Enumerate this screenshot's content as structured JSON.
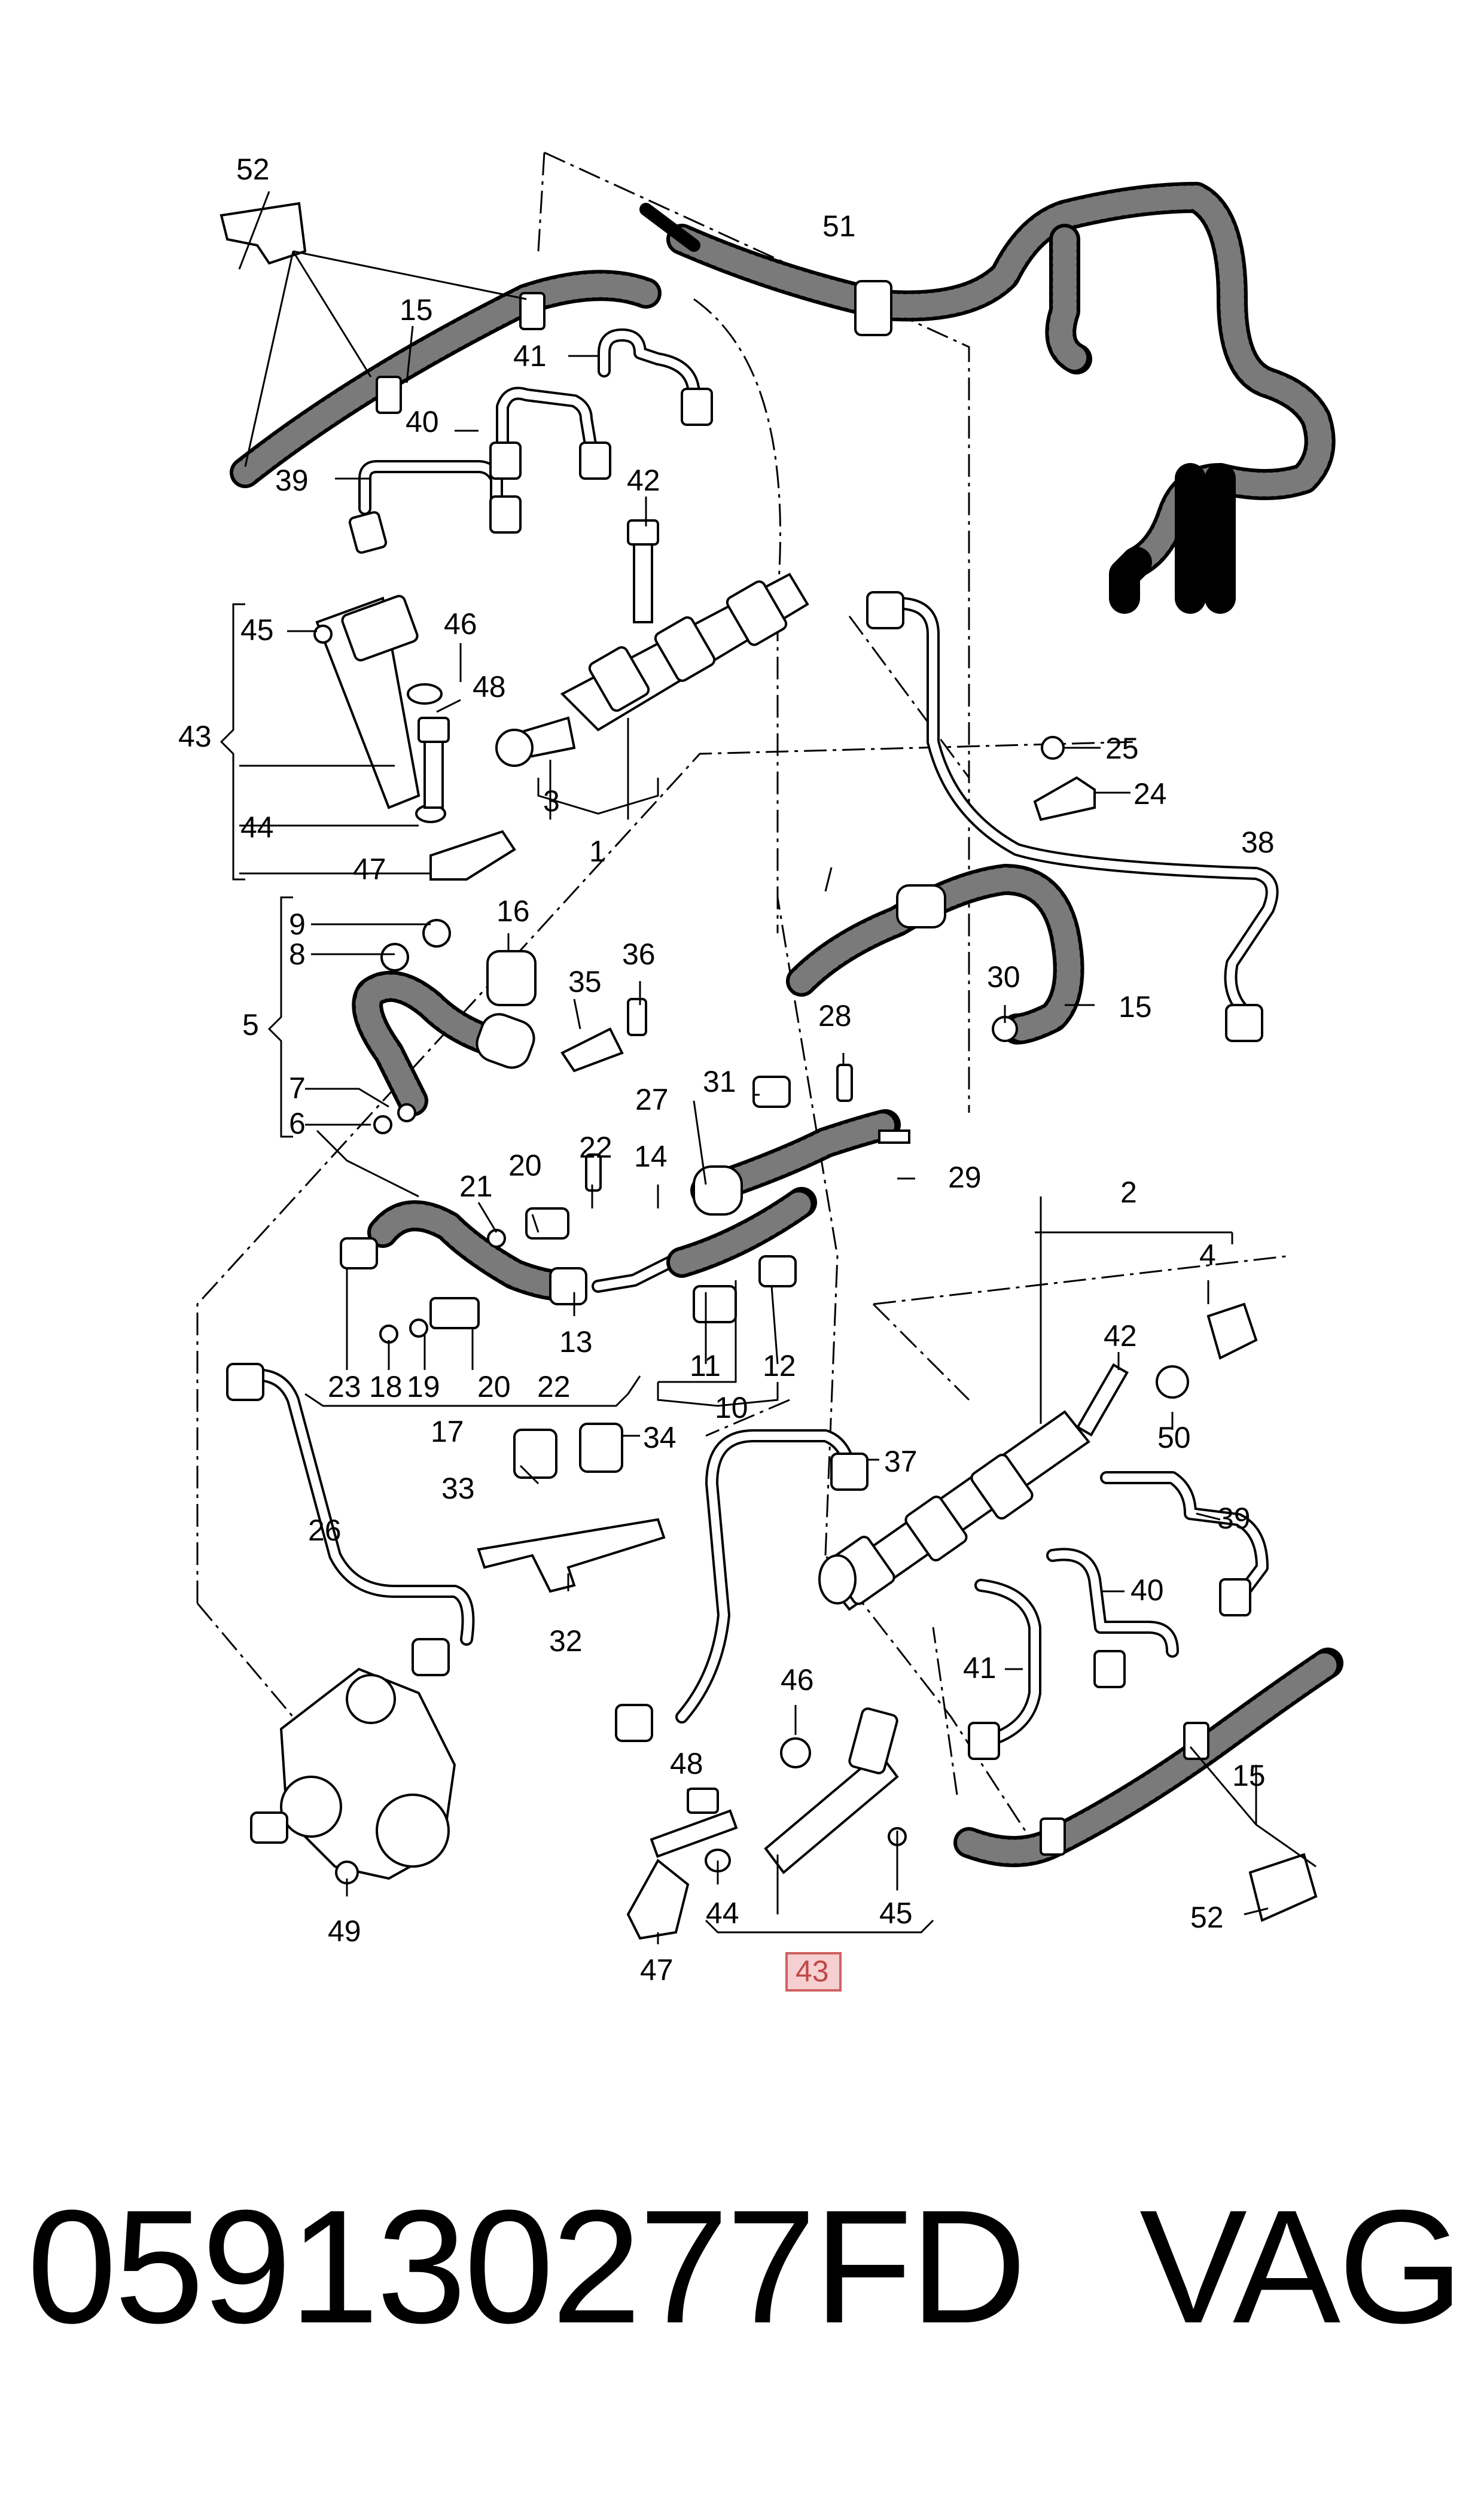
{
  "diagram": {
    "callouts": {
      "c1": "1",
      "c2": "2",
      "c3": "3",
      "c4": "4",
      "c5": "5",
      "c6": "6",
      "c7": "7",
      "c8": "8",
      "c9": "9",
      "c10": "10",
      "c11": "11",
      "c12": "12",
      "c13": "13",
      "c14": "14",
      "c15": "15",
      "c16": "16",
      "c17": "17",
      "c18": "18",
      "c19": "19",
      "c20": "20",
      "c21": "21",
      "c22": "22",
      "c23": "23",
      "c24": "24",
      "c25": "25",
      "c26": "26",
      "c27": "27",
      "c28": "28",
      "c29": "29",
      "c30": "30",
      "c31": "31",
      "c32": "32",
      "c33": "33",
      "c34": "34",
      "c35": "35",
      "c36": "36",
      "c37": "37",
      "c38": "38",
      "c39": "39",
      "c40": "40",
      "c41": "41",
      "c42": "42",
      "c43": "43",
      "c44": "44",
      "c45": "45",
      "c46": "46",
      "c47": "47",
      "c48": "48",
      "c49": "49",
      "c50": "50",
      "c51": "51",
      "c52": "52"
    },
    "highlighted_callout": "43",
    "highlight_color": "#f6d0d0",
    "highlight_border_color": "#d06060"
  },
  "footer": {
    "part_number": "059130277FD",
    "brand": "VAG"
  }
}
